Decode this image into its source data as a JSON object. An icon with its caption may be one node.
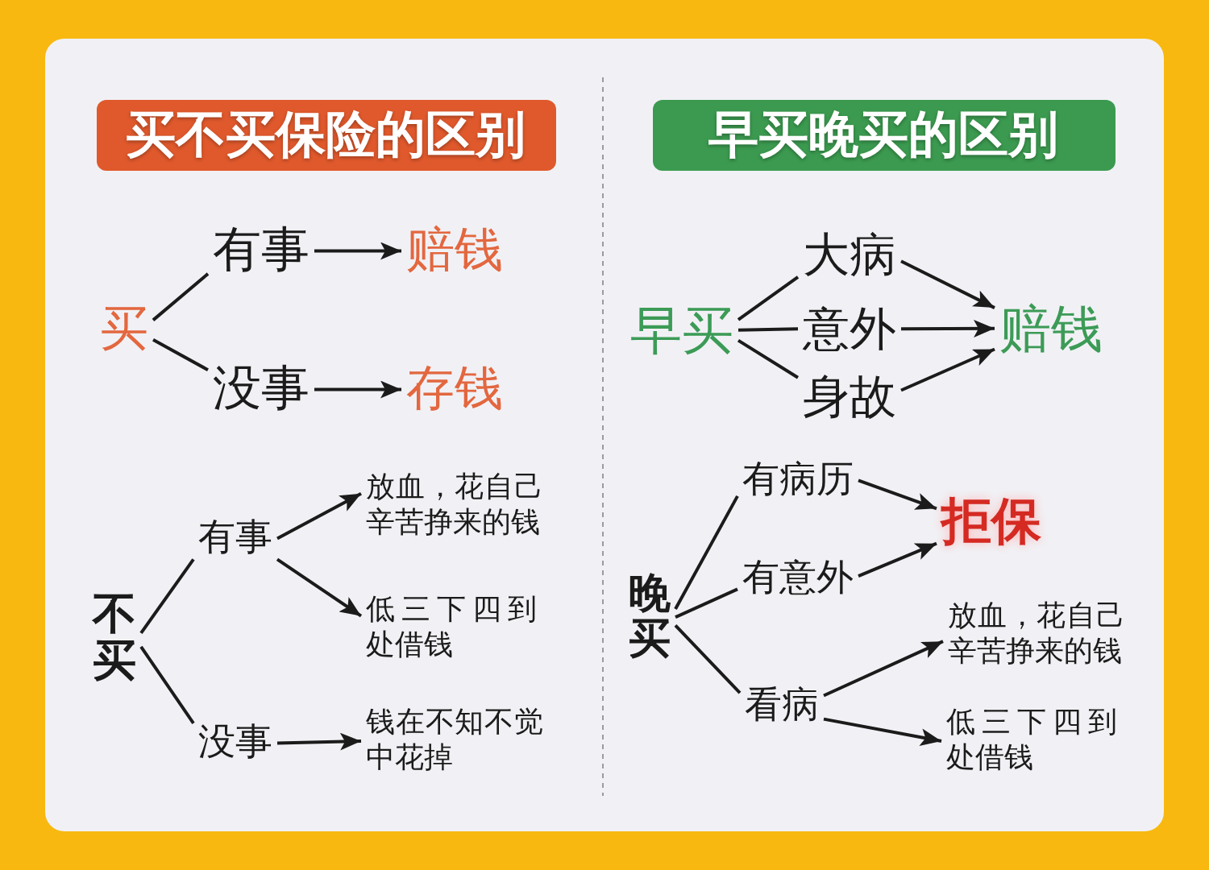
{
  "diagram": {
    "nodes": [
      {
        "text": [
          "买不买保险的区别"
        ]
      },
      {
        "text": [
          "买"
        ]
      },
      {
        "text": [
          "有事"
        ]
      },
      {
        "text": [
          "赔钱"
        ]
      },
      {
        "text": [
          "没事"
        ]
      },
      {
        "text": [
          "存钱"
        ]
      },
      {
        "text": [
          "不买"
        ]
      },
      {
        "text": [
          "有事"
        ]
      },
      {
        "text": [
          "放血，花自己辛苦挣来的钱"
        ]
      },
      {
        "text": [
          "低三下四到处借钱"
        ]
      },
      {
        "text": [
          "没事"
        ]
      },
      {
        "text": [
          "钱在不知不觉中花掉"
        ]
      },
      {
        "text": [
          "早买晚买的区别"
        ]
      },
      {
        "text": [
          "早买"
        ]
      },
      {
        "text": [
          "大病"
        ]
      },
      {
        "text": [
          "意外"
        ]
      },
      {
        "text": [
          "身故"
        ]
      },
      {
        "text": [
          "赔钱"
        ]
      },
      {
        "text": [
          "晚买"
        ]
      },
      {
        "text": [
          "有病历"
        ]
      },
      {
        "text": [
          "有意外"
        ]
      },
      {
        "text": [
          "看病"
        ]
      },
      {
        "text": [
          "拒保"
        ]
      },
      {
        "text": [
          "放血，花自己辛苦挣来的钱"
        ]
      },
      {
        "text": [
          "低三下四到处借钱"
        ]
      }
    ],
    "edges": [
      {
        "from": 1,
        "to": 2,
        "arrow": "none"
      },
      {
        "from": 1,
        "to": 4,
        "arrow": "none"
      },
      {
        "from": 2,
        "to": 3,
        "arrow": "to"
      },
      {
        "from": 4,
        "to": 5,
        "arrow": "to"
      },
      {
        "from": 6,
        "to": 7,
        "arrow": "none"
      },
      {
        "from": 6,
        "to": 10,
        "arrow": "none"
      },
      {
        "from": 7,
        "to": 8,
        "arrow": "to"
      },
      {
        "from": 7,
        "to": 9,
        "arrow": "to"
      },
      {
        "from": 10,
        "to": 11,
        "arrow": "to"
      },
      {
        "from": 13,
        "to": 14,
        "arrow": "none"
      },
      {
        "from": 13,
        "to": 15,
        "arrow": "none"
      },
      {
        "from": 13,
        "to": 16,
        "arrow": "none"
      },
      {
        "from": 14,
        "to": 17,
        "arrow": "to"
      },
      {
        "from": 15,
        "to": 17,
        "arrow": "to"
      },
      {
        "from": 16,
        "to": 17,
        "arrow": "to"
      },
      {
        "from": 18,
        "to": 19,
        "arrow": "none"
      },
      {
        "from": 18,
        "to": 20,
        "arrow": "none"
      },
      {
        "from": 18,
        "to": 21,
        "arrow": "none"
      },
      {
        "from": 19,
        "to": 22,
        "arrow": "to"
      },
      {
        "from": 20,
        "to": 22,
        "arrow": "to"
      },
      {
        "from": 21,
        "to": 23,
        "arrow": "to"
      },
      {
        "from": 21,
        "to": 24,
        "arrow": "to"
      }
    ]
  }
}
